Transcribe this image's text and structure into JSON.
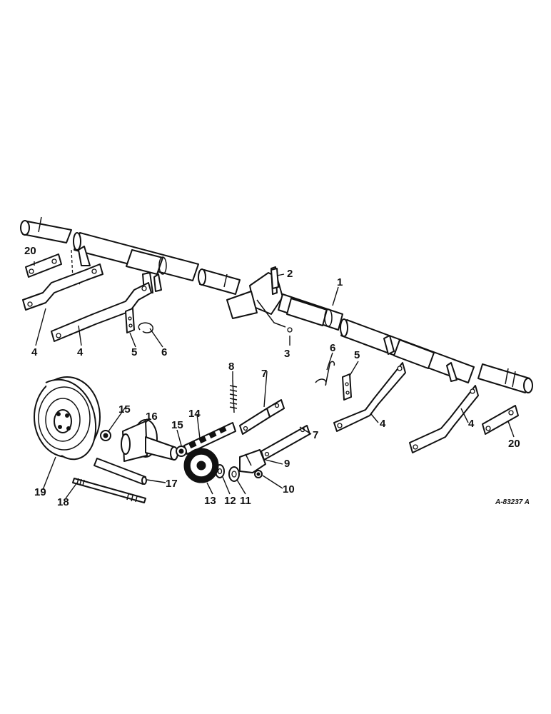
{
  "callouts": {
    "c1": "1",
    "c2": "2",
    "c3": "3",
    "c4a": "4",
    "c4b": "4",
    "c4c": "4",
    "c4d": "4",
    "c5a": "5",
    "c5b": "5",
    "c6a": "6",
    "c6b": "6",
    "c7a": "7",
    "c7b": "7",
    "c8": "8",
    "c9": "9",
    "c10": "10",
    "c11": "11",
    "c12": "12",
    "c13": "13",
    "c14": "14",
    "c15a": "15",
    "c15b": "15",
    "c16": "16",
    "c17": "17",
    "c18": "18",
    "c19": "19",
    "c20a": "20",
    "c20b": "20"
  },
  "reference_code": "A-83237 A"
}
